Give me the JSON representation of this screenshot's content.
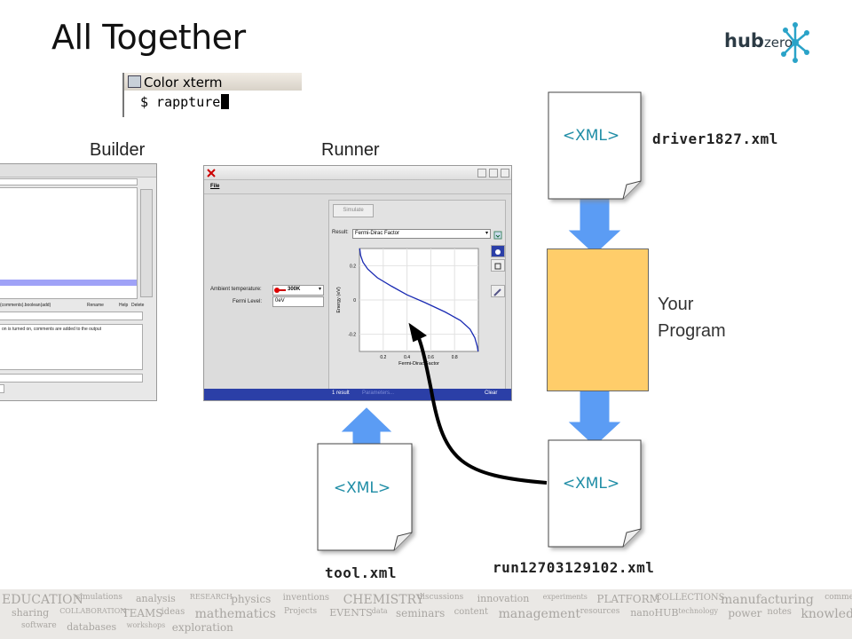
{
  "slide": {
    "title": "All Together"
  },
  "logo": {
    "hub": "hub",
    "zero": "zero"
  },
  "xterm": {
    "title": "Color xterm",
    "command": "$ rappture"
  },
  "labels": {
    "builder": "Builder",
    "runner": "Runner",
    "your_program_line1": "Your",
    "your_program_line2": "Program"
  },
  "builder_window": {
    "row1": "(comments).boolean(add)",
    "rename": "Rename",
    "help": "Help",
    "delete": "Delete",
    "note": "on is turned on, comments are added to the output"
  },
  "runner_window": {
    "menu_file": "File",
    "simulate": "Simulate",
    "result_label": "Result:",
    "result_value": "Fermi-Dirac Factor",
    "ambient_label": "Ambient temperature:",
    "ambient_value": "300K",
    "fermi_label": "Fermi Level:",
    "fermi_value": "0eV",
    "result_count": "1 result",
    "parameters": "Parameters...",
    "clear": "Clear"
  },
  "chart_data": {
    "type": "line",
    "xlabel": "Fermi-Dirac Factor",
    "ylabel": "Energy (eV)",
    "x_ticks": [
      "0.2",
      "0.4",
      "0.6",
      "0.8"
    ],
    "y_ticks": [
      "0.2",
      "0",
      "-0.2"
    ],
    "xlim": [
      0,
      1
    ],
    "ylim": [
      -0.3,
      0.3
    ],
    "series": [
      {
        "x": [
          0.998,
          0.99,
          0.97,
          0.93,
          0.85,
          0.72,
          0.55,
          0.4,
          0.27,
          0.15,
          0.07,
          0.03,
          0.01,
          0.002
        ],
        "y": [
          -0.3,
          -0.27,
          -0.22,
          -0.17,
          -0.12,
          -0.07,
          -0.015,
          0.03,
          0.08,
          0.13,
          0.18,
          0.22,
          0.26,
          0.3
        ],
        "color": "#1a2bb3"
      }
    ]
  },
  "documents": {
    "xml_tag": "<XML>",
    "driver_file": "driver1827.xml",
    "tool_file": "tool.xml",
    "run_file": "run12703129102.xml"
  },
  "colors": {
    "arrow_blue": "#5b9cf4",
    "program_fill": "#ffcd6a",
    "xml_text": "#1f8da6"
  },
  "footer_words": [
    "EDUCATION",
    "simulations",
    "analysis",
    "RESEARCH",
    "physics",
    "inventions",
    "CHEMISTRY",
    "discussions",
    "innovation",
    "experiments",
    "PLATFORM",
    "COLLECTIONS",
    "manufacturing",
    "comments",
    "sharing",
    "COLLABORATION",
    "TEAMS",
    "ideas",
    "mathematics",
    "Projects",
    "EVENTS",
    "data",
    "seminars",
    "content",
    "management",
    "resources",
    "nanoHUB",
    "technology",
    "power",
    "notes",
    "knowledge",
    "software",
    "databases",
    "workshops",
    "exploration"
  ]
}
